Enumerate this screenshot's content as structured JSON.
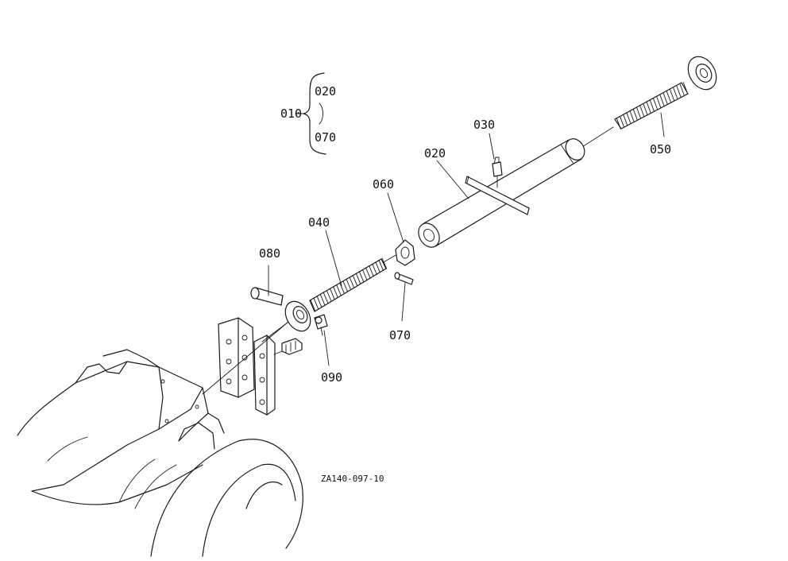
{
  "labels": {
    "p010": "010",
    "p020_bracket": "020",
    "p070_bracket": "070",
    "p020": "020",
    "p030": "030",
    "p040": "040",
    "p050": "050",
    "p060": "060",
    "p070": "070",
    "p080": "080",
    "p090": "090"
  },
  "diagram_code": "ZA140-097-10",
  "colors": {
    "ink": "#1a1a1a",
    "paper": "#ffffff"
  }
}
